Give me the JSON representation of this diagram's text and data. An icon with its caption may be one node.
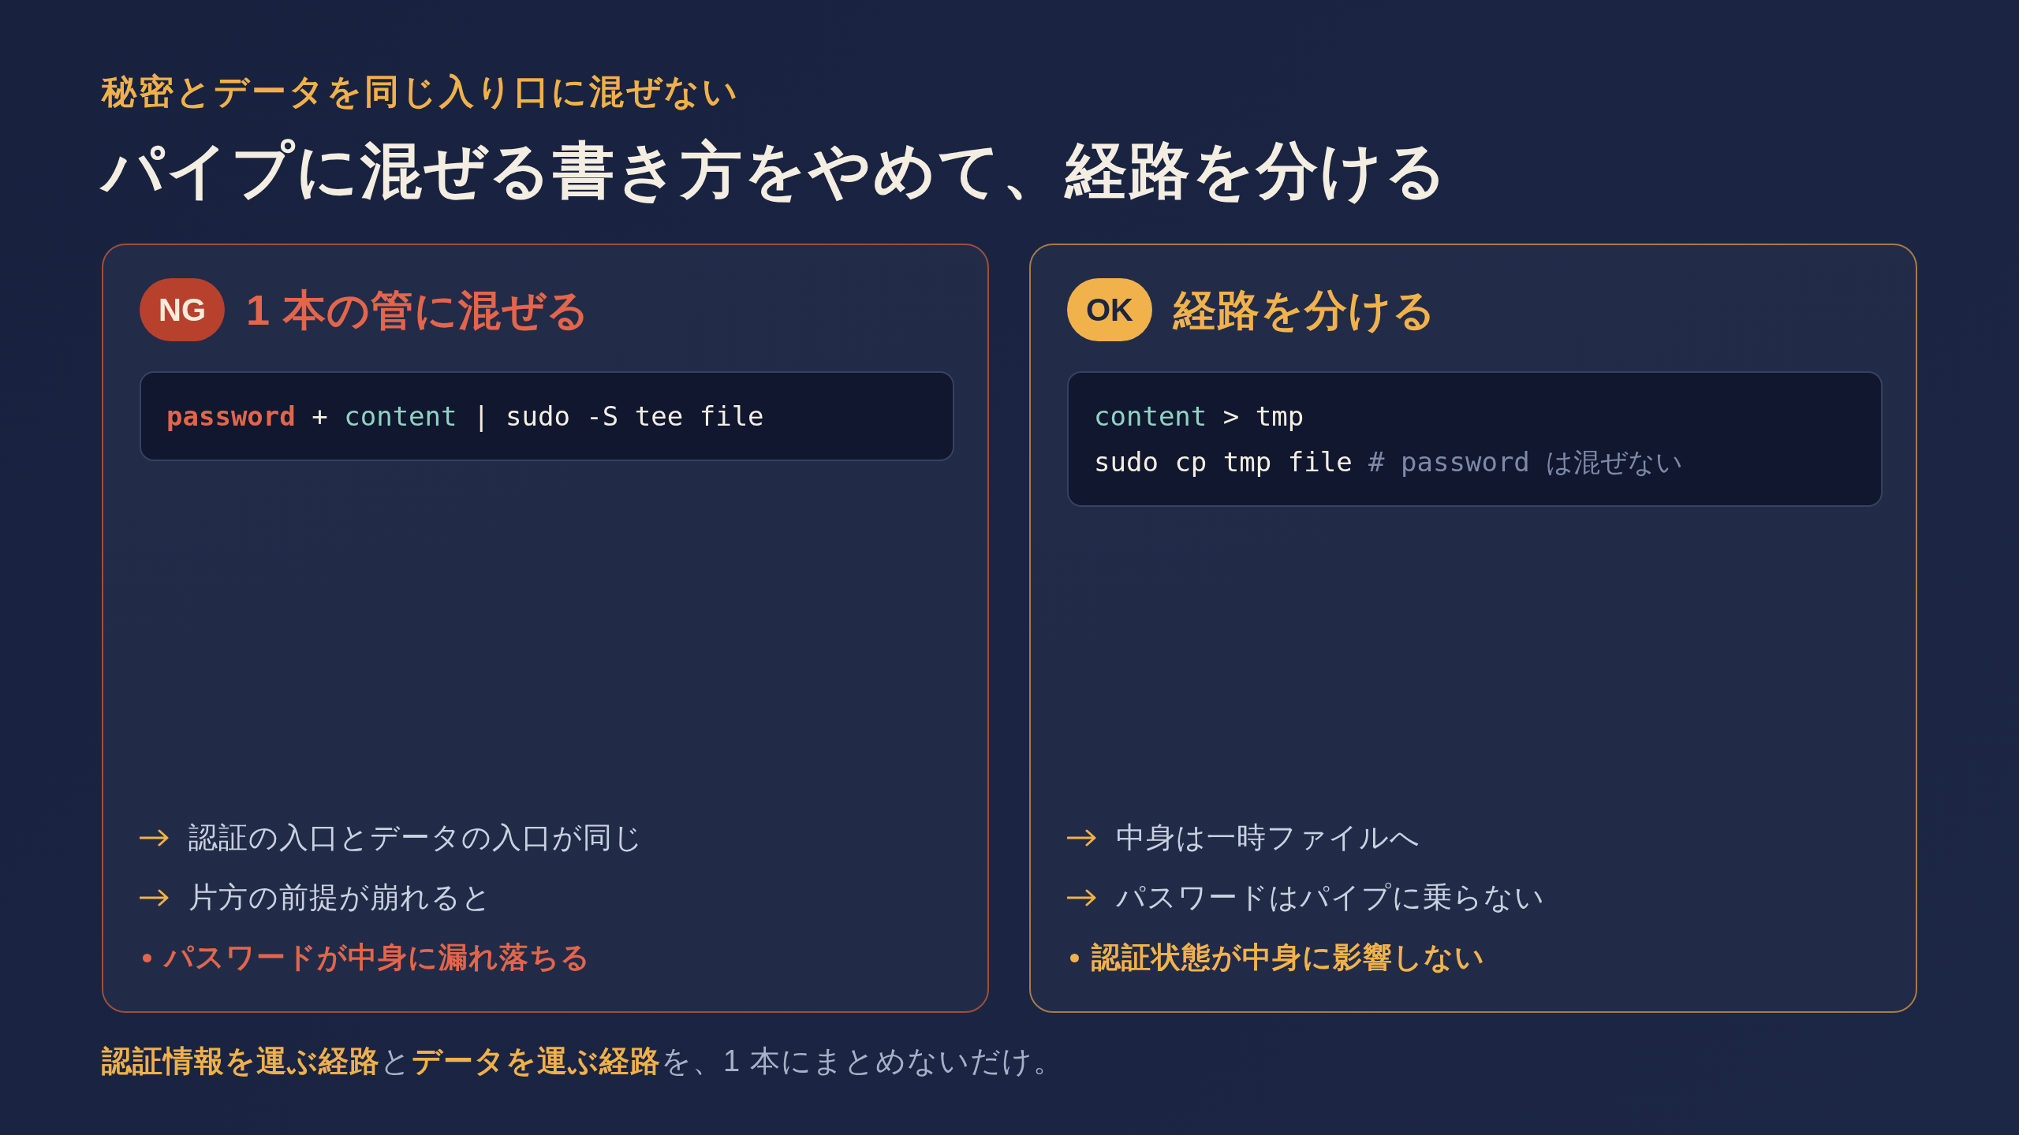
{
  "diagram": {
    "title": "パイプに混ぜる書き方をやめて、経路を分ける",
    "caption": "**認証情報を運ぶ経路**と**データを運ぶ経路**を、1 本にまとめないだけ。",
    "nodes": [
      {
        "text": [
          "1 本の管に混ぜる",
          "認証の入口とデータの入口が同じ",
          "片方の前提が崩れると",
          "パスワードが中身に漏れ落ちる"
        ]
      },
      {
        "text": [
          "NG"
        ],
        "in": 0
      },
      {
        "text": [
          "password + content | sudo -S tee file"
        ],
        "in": 0
      },
      {
        "text": [
          "経路を分ける",
          "中身は一時ファイルへ",
          "パスワードはパイプに乗らない",
          "認証状態が中身に影響しない"
        ]
      },
      {
        "text": [
          "OK"
        ],
        "in": 3
      },
      {
        "text": [
          "content > tmp",
          "sudo cp tmp file # password は混ぜない"
        ],
        "in": 3
      }
    ],
    "labels": [
      "秘密とデータを同じ入り口に混ぜない"
    ]
  }
}
